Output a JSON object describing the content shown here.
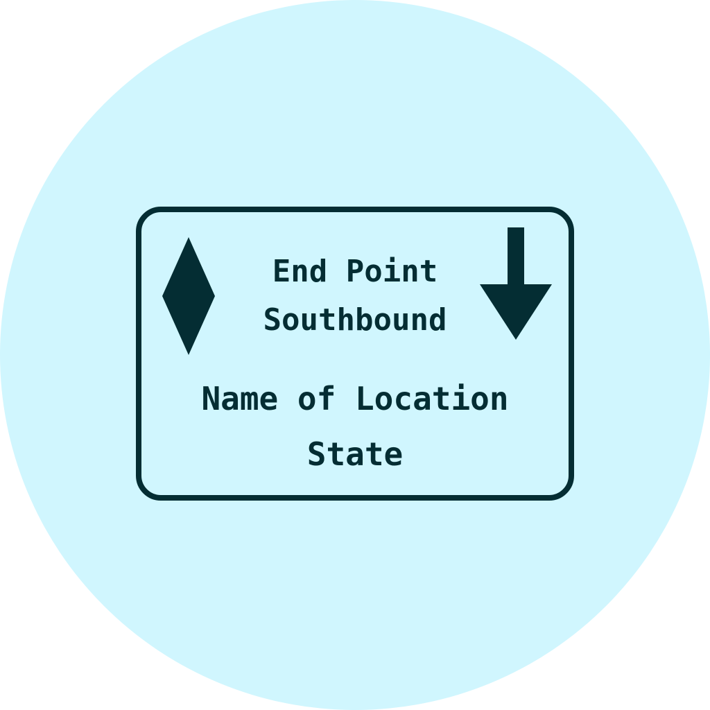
{
  "sign": {
    "line1": "End Point",
    "line2": "Southbound",
    "line3": "Name of Location",
    "line4": "State"
  },
  "icons": {
    "left": "diamond-icon",
    "right": "arrow-down-icon"
  },
  "colors": {
    "background_circle": "#d0f6fe",
    "ink": "#042d33",
    "page": "#ffffff"
  }
}
